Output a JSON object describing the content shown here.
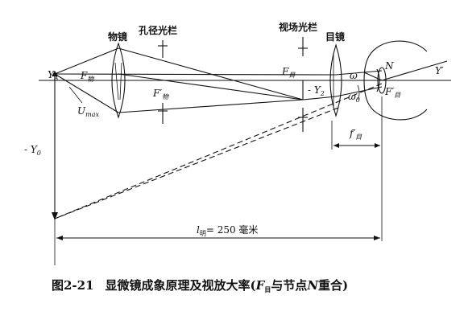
{
  "labels": {
    "objective": "物镜",
    "aperture_stop": "孔径光栏",
    "field_stop": "视场光栏",
    "eyepiece": "目镜",
    "y_a": "Y",
    "y_a_sub": "A",
    "f_obj": "F",
    "f_obj_sub": "物",
    "u_max": "U",
    "u_max_sub": "max",
    "f_obj_mid": "F′",
    "f_obj_mid_sub": "物",
    "f_eye": "F",
    "f_eye_sub": "目",
    "neg_y2": "- Y",
    "neg_y2_sub": "2",
    "omega": "ω",
    "omega0": "ω",
    "omega0_sub": "0",
    "nodal_n": "N",
    "f_eye_prime": "F′",
    "f_eye_prime_sub": "目",
    "y_prime": "Y′",
    "neg_y0": "- Y",
    "neg_y0_sub": "0",
    "focal_eye": "f′",
    "focal_eye_sub": "目",
    "distance": "l",
    "distance_sub": "明",
    "distance_value": "= 250 毫米"
  },
  "caption": {
    "fig_no": "图2-21",
    "text": "显微镜成象原理及视放大率(",
    "f": "F",
    "f_sub": "目",
    "text2": "与节点",
    "n": "N",
    "text3": "重合)"
  }
}
